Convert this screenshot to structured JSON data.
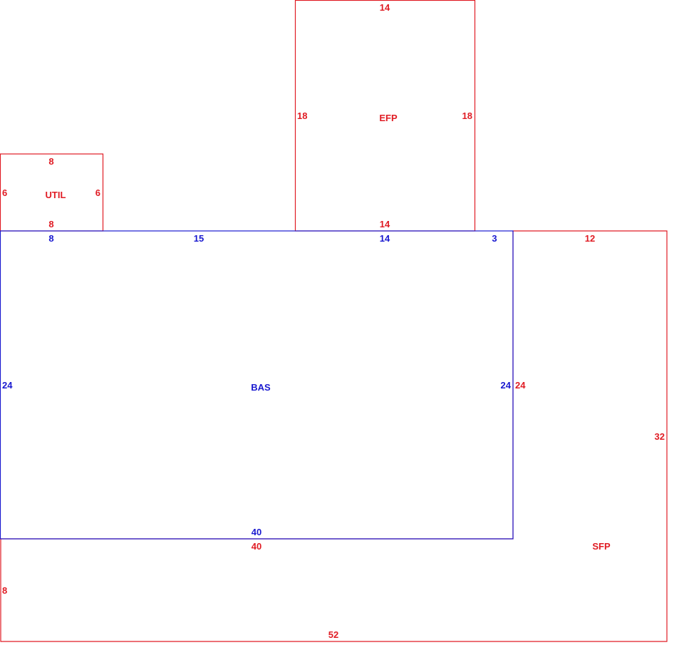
{
  "colors": {
    "red": "#e01c24",
    "blue": "#1a1ad0"
  },
  "areas": {
    "efp": {
      "name": "EFP",
      "top": "14",
      "bottom": "14",
      "left": "18",
      "right": "18"
    },
    "util": {
      "name": "UTIL",
      "top": "8",
      "bottom": "8",
      "left": "6",
      "right": "6"
    },
    "bas": {
      "name": "BAS",
      "top_segments": [
        "8",
        "15",
        "14",
        "3"
      ],
      "left": "24",
      "right": "24",
      "bottom": "40"
    },
    "sfp": {
      "name": "SFP",
      "top": "12",
      "left_upper": "24",
      "right": "32",
      "inner_top": "40",
      "left_lower": "8",
      "bottom": "52"
    }
  }
}
